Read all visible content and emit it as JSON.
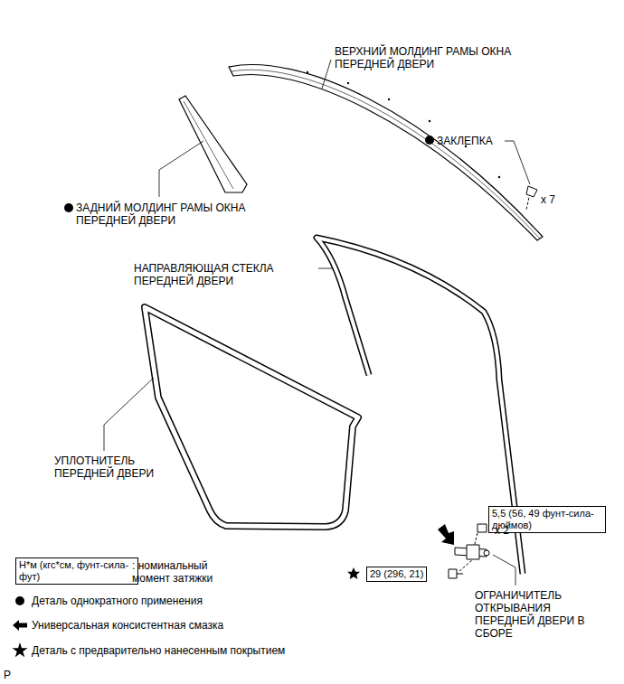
{
  "diagram": {
    "nodes": [
      {
        "text": [
          "Н*м (кгс*см, фунт-сила-фут)"
        ]
      },
      {
        "text": [
          "5,5 (56, 49 фунт-сила-дюймов)"
        ]
      },
      {
        "text": [
          "29 (296, 21)"
        ]
      }
    ],
    "labels": [
      "ВЕРХНИЙ МОЛДИНГ РАМЫ ОКНА ПЕРЕДНЕЙ ДВЕРИ",
      "ЗАКЛЕПКА",
      "x 7",
      "ЗАДНИЙ МОЛДИНГ РАМЫ ОКНА ПЕРЕДНЕЙ ДВЕРИ",
      "НАПРАВЛЯЮЩАЯ СТЕКЛА ПЕРЕДНЕЙ ДВЕРИ",
      "УПЛОТНИТЕЛЬ ПЕРЕДНЕЙ ДВЕРИ",
      "x 2",
      "ОГРАНИЧИТЕЛЬ ОТКРЫВАНИЯ ПЕРЕДНЕЙ ДВЕРИ В СБОРЕ",
      ": номинальный момент затяжки",
      "P"
    ],
    "legend": [
      {
        "text": "Деталь однократного применения"
      },
      {
        "text": "Универсальная консистентная смазка"
      },
      {
        "text": "Деталь с предварительно нанесенным покрытием"
      }
    ]
  }
}
